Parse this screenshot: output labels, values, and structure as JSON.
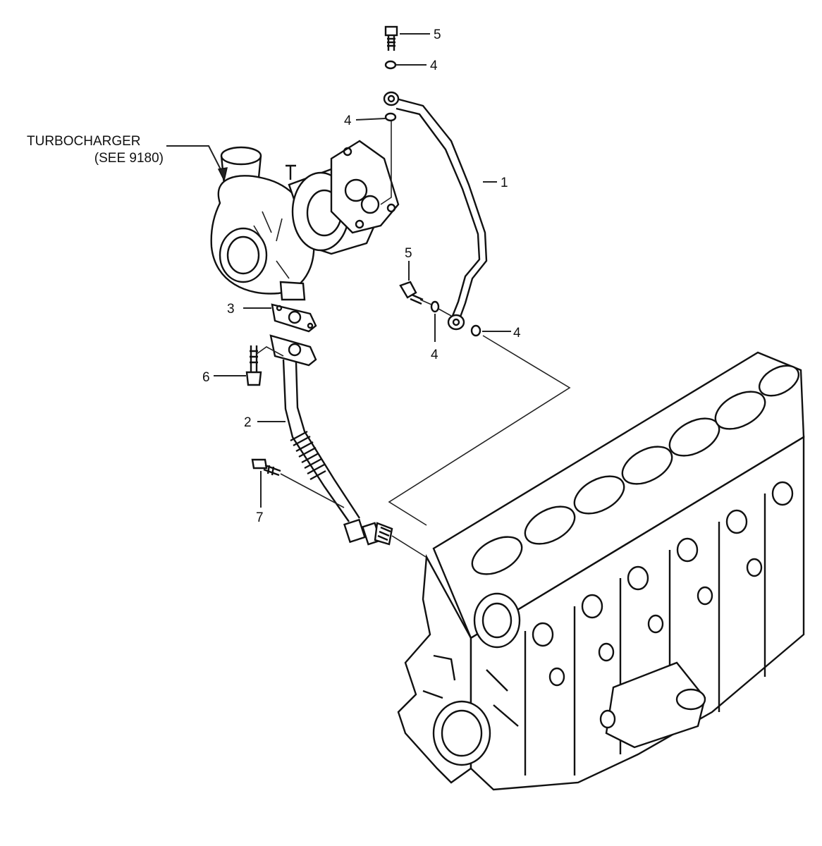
{
  "callouts": {
    "turbo_line1": "TURBOCHARGER",
    "turbo_line2": "(SEE 9180)",
    "c5_top": "5",
    "c4_top": "4",
    "c4_upper_left": "4",
    "c1": "1",
    "c5_mid": "5",
    "c3": "3",
    "c4_mid_down": "4",
    "c4_right": "4",
    "c6": "6",
    "c2": "2",
    "c7": "7"
  }
}
